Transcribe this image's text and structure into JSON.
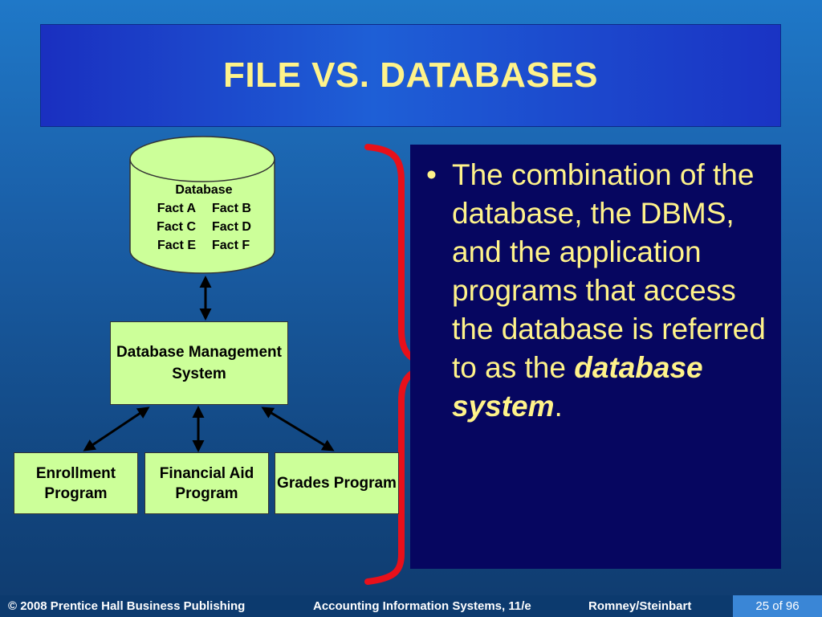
{
  "title": "FILE VS. DATABASES",
  "diagram": {
    "database": {
      "label": "Database",
      "facts": [
        "Fact A",
        "Fact B",
        "Fact C",
        "Fact D",
        "Fact E",
        "Fact F"
      ]
    },
    "dbms": "Database Management System",
    "programs": [
      "Enrollment Program",
      "Financial Aid Program",
      "Grades Program"
    ]
  },
  "bullet": {
    "text": "The combination of the database, the DBMS, and the application programs that access the database is referred to as the ",
    "emphasis": "database system",
    "end": "."
  },
  "footer": {
    "copyright": "© 2008 Prentice Hall Business Publishing",
    "course": "Accounting Information Systems, 11/e",
    "authors": "Romney/Steinbart",
    "page": "25 of 96"
  },
  "colors": {
    "title_text": "#fff38a",
    "box_fill": "#ccff99",
    "brace": "#e8101a",
    "panel": "#060660"
  }
}
